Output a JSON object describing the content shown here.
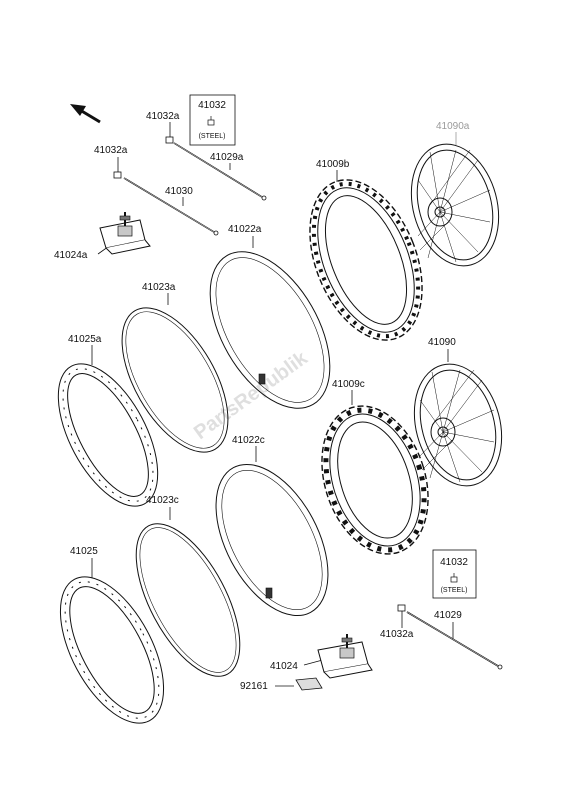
{
  "labels": {
    "l41032a_top": "41032a",
    "l41032_box_top": "41032",
    "box_note_top": "(STEEL)",
    "l41032a_left": "41032a",
    "l41029a": "41029a",
    "l41030": "41030",
    "l41024a": "41024a",
    "l41022a": "41022a",
    "l41023a": "41023a",
    "l41009b": "41009b",
    "l41090a": "41090a",
    "l41025a": "41025a",
    "l41090": "41090",
    "l41009c": "41009c",
    "l41022c": "41022c",
    "l41023c": "41023c",
    "l41025": "41025",
    "l41032_box_bottom": "41032",
    "box_note_bottom": "(STEEL)",
    "l41032a_bottom": "41032a",
    "l41029": "41029",
    "l41024": "41024",
    "l92161": "92161"
  },
  "watermark": "PartsRepublik"
}
